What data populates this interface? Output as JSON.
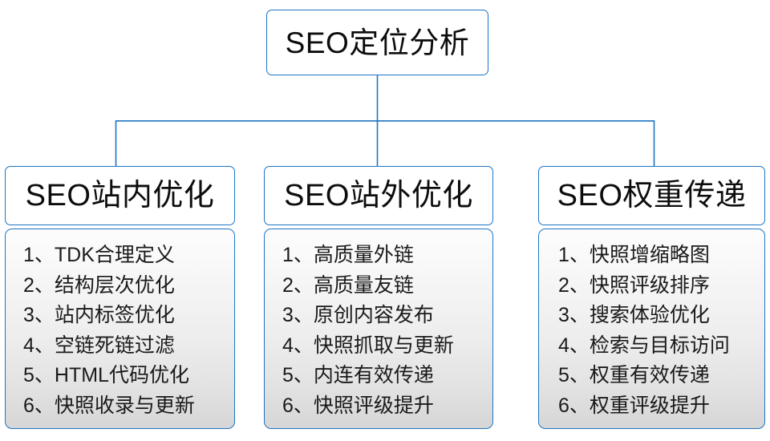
{
  "diagram": {
    "type": "org-chart",
    "root": {
      "label": "SEO定位分析"
    },
    "branches": [
      {
        "header": "SEO站内优化",
        "items": [
          "1、TDK合理定义",
          "2、结构层次优化",
          "3、站内标签优化",
          "4、空链死链过滤",
          "5、HTML代码优化",
          "6、快照收录与更新"
        ]
      },
      {
        "header": "SEO站外优化",
        "items": [
          "1、高质量外链",
          "2、高质量友链",
          "3、原创内容发布",
          "4、快照抓取与更新",
          "5、内连有效传递",
          "6、快照评级提升"
        ]
      },
      {
        "header": "SEO权重传递",
        "items": [
          "1、快照增缩略图",
          "2、快照评级排序",
          "3、搜索体验优化",
          "4、检索与目标访问",
          "5、权重有效传递",
          "6、权重评级提升"
        ]
      }
    ],
    "colors": {
      "border": "#1f74c4",
      "connector": "#1f74c4",
      "node_fill": "#ffffff",
      "list_fill_top": "#fdfdfd",
      "list_fill_bottom": "#d6d6d6",
      "text": "#0d0d0d",
      "background": "#ffffff"
    }
  }
}
